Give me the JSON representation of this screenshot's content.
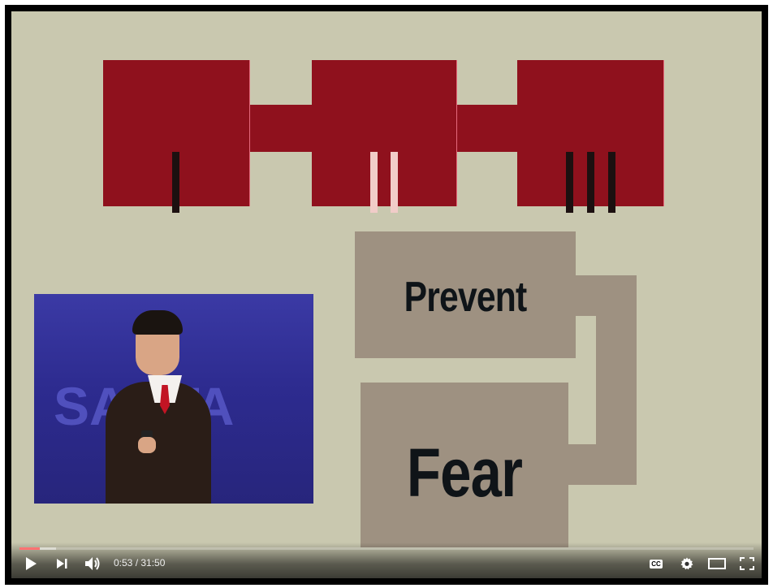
{
  "slide": {
    "roman_numerals": [
      "I",
      "II",
      "III"
    ],
    "words": {
      "prevent": "Prevent",
      "fear": "Fear"
    },
    "colors": {
      "background": "#c9c8af",
      "red": "#8f111d",
      "gray": "#9e9181",
      "text": "#0f1418"
    }
  },
  "inset_video": {
    "backdrop_text": [
      "SANTA"
    ]
  },
  "player": {
    "time_display": "0:53 / 31:50",
    "progress": {
      "current_seconds": 53,
      "duration_seconds": 1910,
      "fraction": 0.028
    },
    "icons": {
      "play": "play-icon",
      "next": "next-icon",
      "volume": "volume-icon",
      "captions": "captions-icon",
      "settings": "gear-icon",
      "theater": "theater-mode-icon",
      "fullscreen": "fullscreen-icon"
    },
    "cc_label": "CC",
    "accent_color": "#ff0000"
  }
}
